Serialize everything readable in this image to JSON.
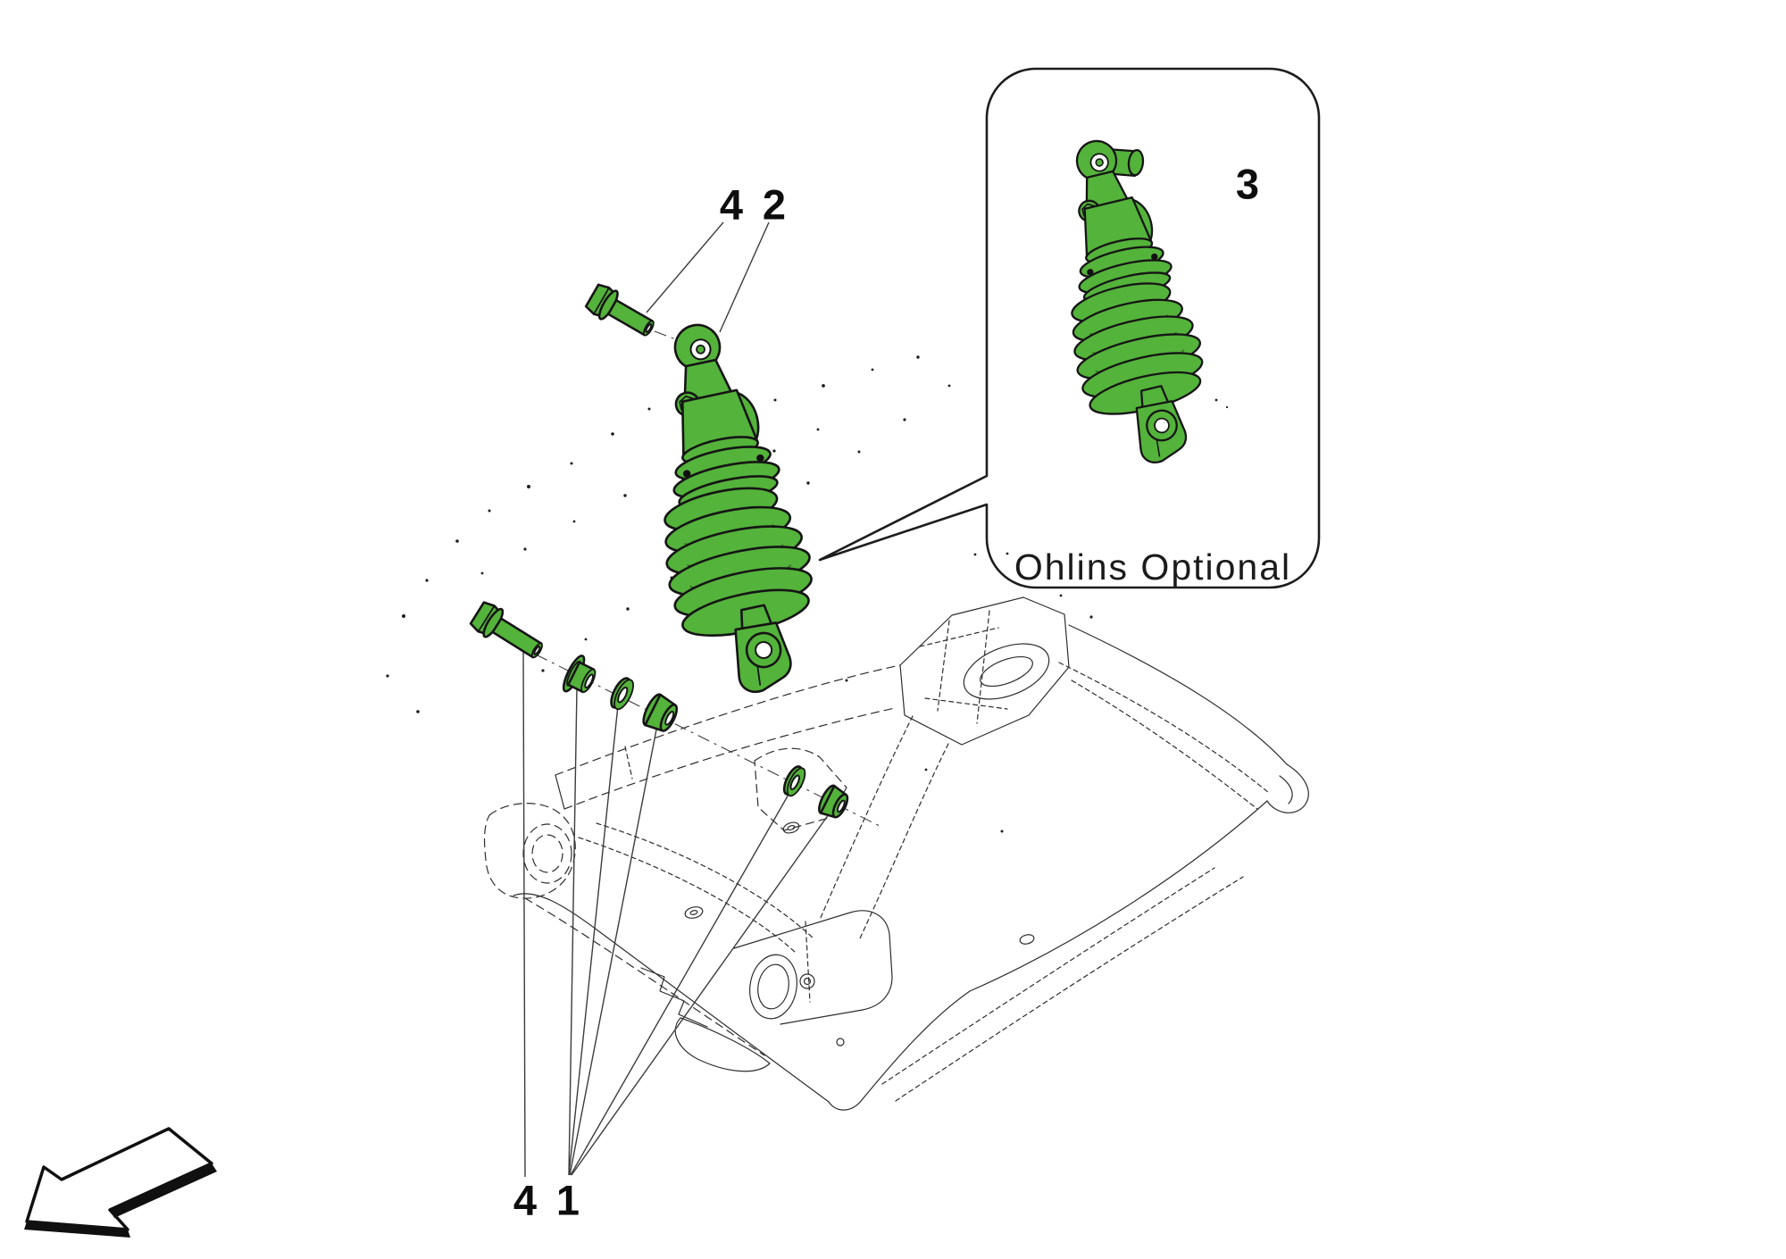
{
  "diagram": {
    "title": "rear shock absorber exploded parts diagram",
    "inset": {
      "caption": "Ohlins Optional"
    },
    "callouts": {
      "top_bolt": "4",
      "shock": "2",
      "ohlins_shock": "3",
      "bottom_bolt": "4",
      "spacers": "1"
    },
    "colors": {
      "part_green": "#54b33a",
      "part_green_dark": "#3c8f27",
      "line_dark": "#151515",
      "sketch": "#2d2d2d",
      "leader": "#3c3c3c"
    },
    "icons": [
      {
        "name": "direction-arrow-icon",
        "shape": "outlined 3D arrow pointing lower-left"
      }
    ]
  }
}
